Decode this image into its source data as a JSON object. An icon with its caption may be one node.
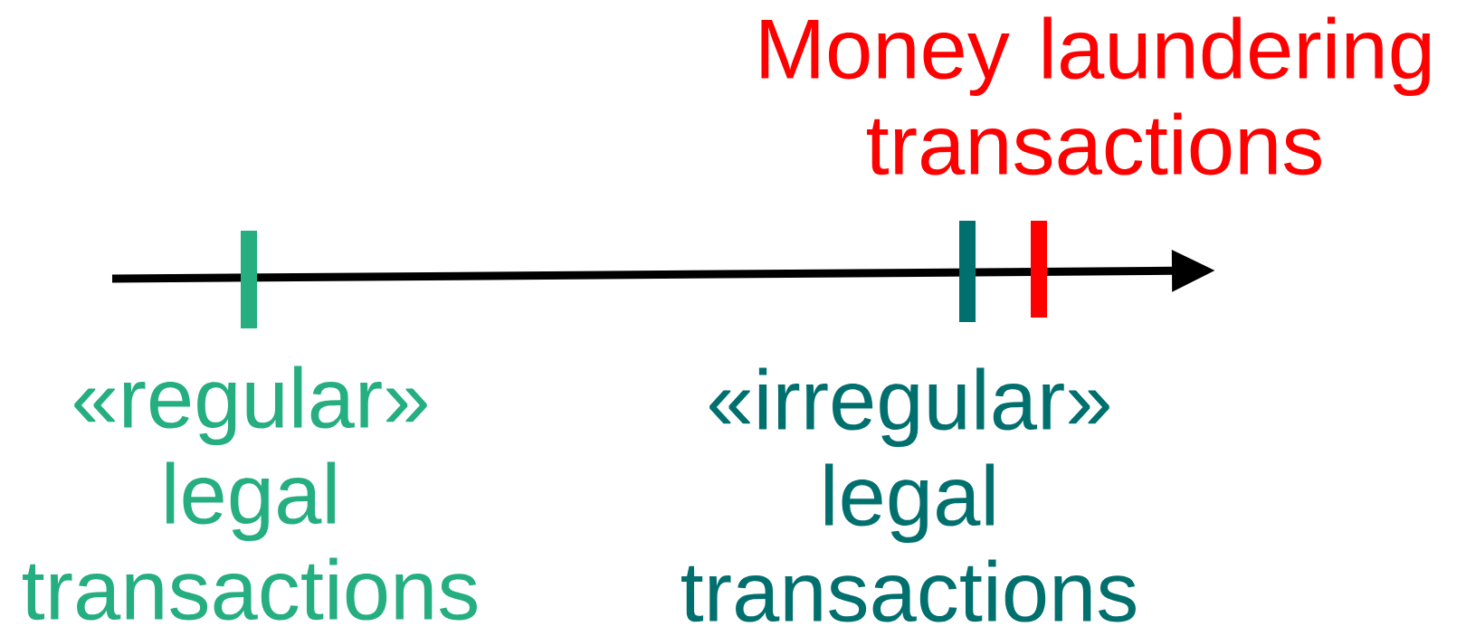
{
  "diagram": {
    "labels": [
      "Money laundering transactions",
      "«regular» legal transactions",
      "«irregular» legal transactions"
    ]
  }
}
